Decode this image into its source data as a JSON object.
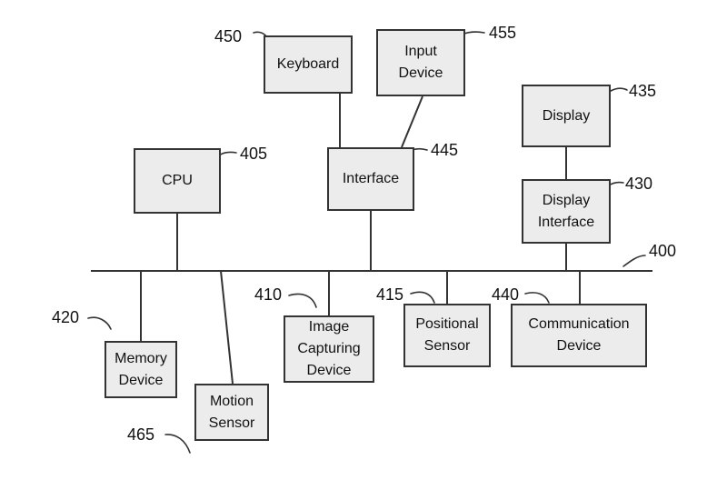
{
  "blocks": {
    "keyboard": "Keyboard",
    "input_device": "Input\nDevice",
    "display": "Display",
    "cpu": "CPU",
    "interface": "Interface",
    "display_interface": "Display\nInterface",
    "memory_device": "Memory\nDevice",
    "motion_sensor": "Motion\nSensor",
    "image_capturing_device": "Image\nCapturing\nDevice",
    "positional_sensor": "Positional\nSensor",
    "communication_device": "Communication\nDevice"
  },
  "refs": {
    "keyboard": "450",
    "input_device": "455",
    "display": "435",
    "cpu": "405",
    "interface": "445",
    "display_interface": "430",
    "bus": "400",
    "memory_device": "420",
    "image_capturing_device": "410",
    "positional_sensor": "415",
    "communication_device": "440",
    "motion_sensor": "465"
  },
  "colors": {
    "box_fill": "#ececec",
    "box_border": "#333333",
    "line": "#333333"
  }
}
